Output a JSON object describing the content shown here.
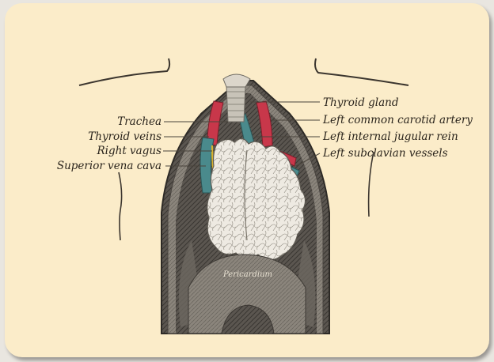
{
  "diagram": {
    "left_labels": [
      "Trachea",
      "Thyroid veins",
      "Right vagus",
      "Superior vena cava"
    ],
    "right_labels": [
      "Thyroid gland",
      "Left common carotid artery",
      "Left internal jugular rein",
      "Left subclavian vessels"
    ],
    "inner_labels": {
      "pericardium": "Pericardium"
    },
    "colors": {
      "background": "#fbecc9",
      "artery": "#c8374a",
      "vein": "#4a8a8c",
      "nerve": "#d9b330"
    }
  }
}
